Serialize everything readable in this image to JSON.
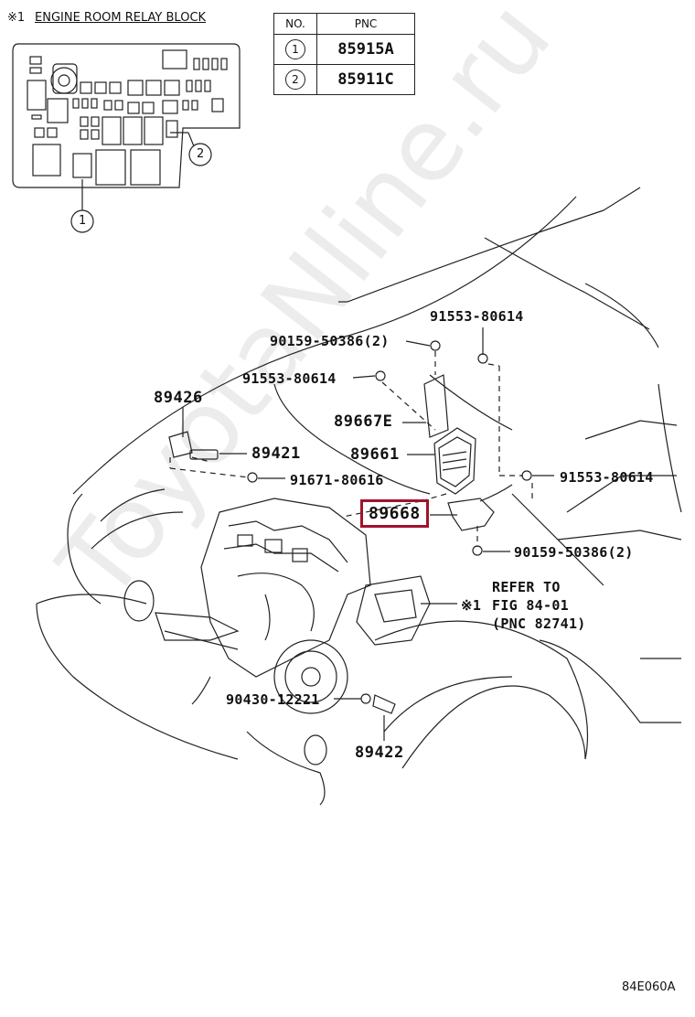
{
  "relay_block": {
    "mark": "※1",
    "title": "ENGINE ROOM RELAY BLOCK",
    "callout_1": "1",
    "callout_2": "2"
  },
  "pnc_table": {
    "headers": [
      "NO.",
      "PNC"
    ],
    "rows": [
      {
        "no": "1",
        "pnc": "85915A"
      },
      {
        "no": "2",
        "pnc": "85911C"
      }
    ]
  },
  "parts": {
    "p89426": "89426",
    "p89421": "89421",
    "p91671": "91671-80616",
    "p90159_top": "90159-50386(2)",
    "p91553_top": "91553-80614",
    "p91553_mid": "91553-80614",
    "p89667e": "89667E",
    "p89661": "89661",
    "p89668": "89668",
    "p91553_right": "91553-80614",
    "p90159_bottom": "90159-50386(2)",
    "p90430": "90430-12221",
    "p89422": "89422"
  },
  "refer": {
    "line1": "REFER TO",
    "mark": "※1",
    "line2": "FIG 84-01",
    "line3": "(PNC 82741)"
  },
  "diagram_code": "84E060A",
  "watermark": "ToyotaNline.ru",
  "highlight_color": "#a0132d"
}
